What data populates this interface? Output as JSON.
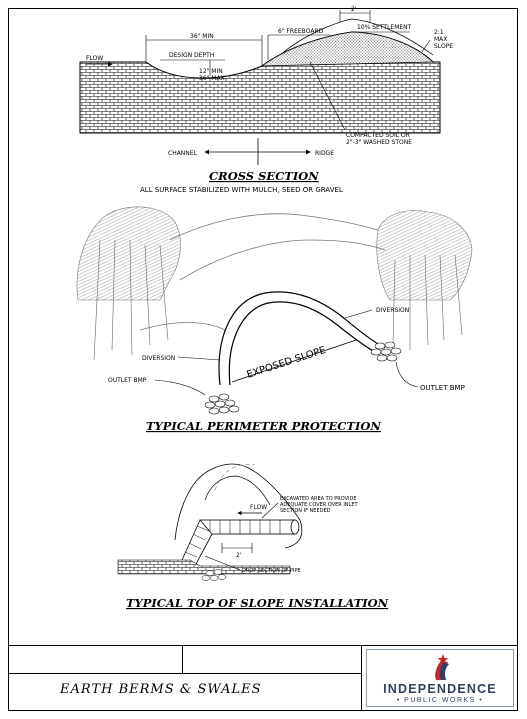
{
  "cross_section": {
    "labels": {
      "flow": "FLOW",
      "min36": "36\" MIN",
      "design_depth": "DESIGN DEPTH",
      "min12": "12\" MIN",
      "max36": "36\" MAX",
      "freeboard": "6\" FREEBOARD",
      "two_ft": "2'",
      "settlement": "10% SETTLEMENT",
      "ratio": "2:1",
      "max": "MAX",
      "slope": "SLOPE",
      "compacted1": "COMPACTED SOIL OR",
      "compacted2": "2\"-3\" WASHED STONE",
      "channel": "CHANNEL",
      "ridge": "RIDGE"
    },
    "title": "CROSS SECTION",
    "note": "ALL SURFACE STABILIZED WITH MULCH, SEED OR GRAVEL"
  },
  "perimeter": {
    "labels": {
      "diversion_right": "DIVERSION",
      "diversion_left": "DIVERSION",
      "exposed_slope": "EXPOSED SLOPE",
      "outlet_left": "OUTLET BMP",
      "outlet_right": "OUTLET BMP"
    },
    "title": "TYPICAL PERIMETER PROTECTION"
  },
  "top_of_slope": {
    "labels": {
      "flow": "FLOW",
      "excavated1": "EXCAVATED AREA TO PROVIDE",
      "excavated2": "ADEQUATE COVER OVER INLET",
      "excavated3": "SECTION IF NEEDED",
      "two_ft": "2'",
      "drop_section": "DROP SECTION OF PIPE"
    },
    "title": "TYPICAL TOP OF SLOPE INSTALLATION"
  },
  "title_block": {
    "sheet_title": "EARTH BERMS & SWALES",
    "logo_main": "INDEPENDENCE",
    "logo_sub": "• PUBLIC WORKS •"
  },
  "colors": {
    "ink": "#000000",
    "logo_blue": "#2f3f63",
    "logo_red": "#c0262c"
  }
}
